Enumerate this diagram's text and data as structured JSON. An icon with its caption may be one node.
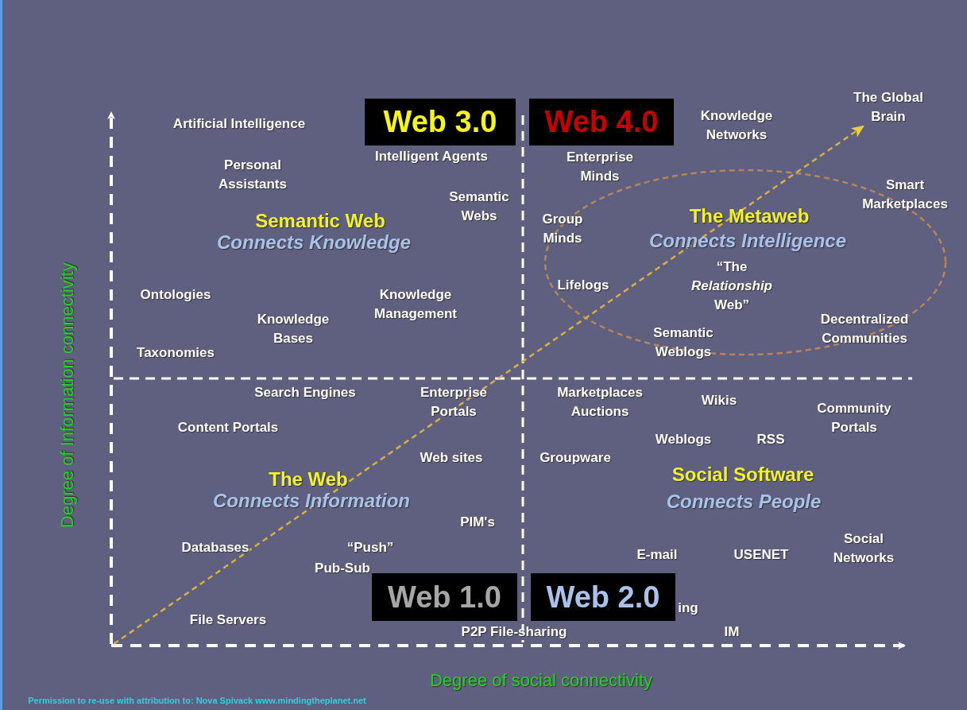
{
  "diagram": {
    "nodes": [
      {
        "text": [
          "Web 3.0"
        ]
      },
      {
        "text": [
          "Web 4.0"
        ]
      },
      {
        "text": [
          "Web 1.0"
        ]
      },
      {
        "text": [
          "Web 2.0"
        ]
      },
      {
        "text": [
          "The Global Brain"
        ]
      }
    ],
    "edges": [
      {
        "from": null,
        "to": 4,
        "arrow": "to",
        "style": "dashed"
      }
    ],
    "labels": [
      "Artificial Intelligence",
      "Intelligent Agents",
      "Knowledge Networks",
      "Personal Assistants",
      "Enterprise Minds",
      "Semantic Webs",
      "Smart Marketplaces",
      "Group Minds",
      "Semantic Web",
      "Connects Knowledge",
      "The Metaweb",
      "Connects Intelligence",
      "“The *Relationship* Web”",
      "Ontologies",
      "Lifelogs",
      "Knowledge Management",
      "Knowledge Bases",
      "Semantic Weblogs",
      "Decentralized Communities",
      "Taxonomies",
      "Search Engines",
      "Enterprise Portals",
      "Marketplaces Auctions",
      "Wikis",
      "Community Portals",
      "Content Portals",
      "Weblogs",
      "RSS",
      "Web sites",
      "Groupware",
      "The Web",
      "Social Software",
      "Connects Information",
      "Connects People",
      "PIM's",
      "Databases",
      "“Push”",
      "Social Networks",
      "E-mail",
      "USENET",
      "Pub-Sub",
      "ing",
      "File Servers",
      "P2P File-sharing",
      "IM",
      "Degree of Information connectivity",
      "Degree of social connectivity",
      "Permission to re-use with attribution to: Nova Spivack www.mindingtheplanet.net"
    ]
  }
}
